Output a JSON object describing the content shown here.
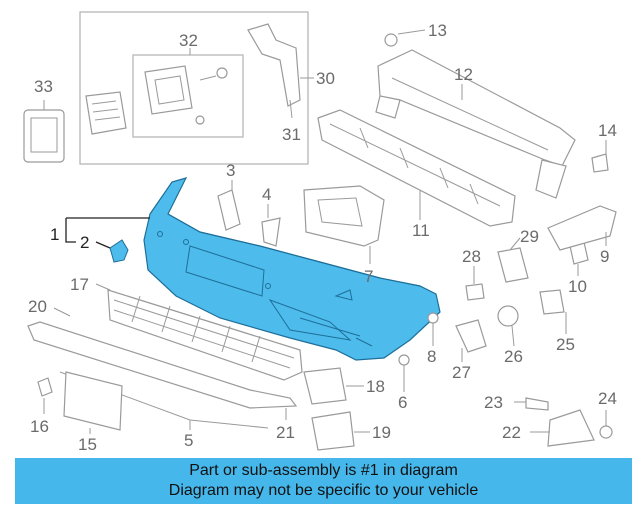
{
  "caption": {
    "line1": "Part or sub-assembly is #1 in diagram",
    "line2": "Diagram may not be specific to your vehicle"
  },
  "colors": {
    "highlight": "#4dbbeb",
    "caption_bg": "#45b7ea",
    "line": "#9a9a9a"
  },
  "callouts": {
    "c1": "1",
    "c2": "2",
    "c3": "3",
    "c4": "4",
    "c5": "5",
    "c6": "6",
    "c7": "7",
    "c8": "8",
    "c9": "9",
    "c10": "10",
    "c11": "11",
    "c12": "12",
    "c13": "13",
    "c14": "14",
    "c15": "15",
    "c16": "16",
    "c17": "17",
    "c18": "18",
    "c19": "19",
    "c20": "20",
    "c21": "21",
    "c22": "22",
    "c23": "23",
    "c24": "24",
    "c25": "25",
    "c26": "26",
    "c27": "27",
    "c28": "28",
    "c29": "29",
    "c30": "30",
    "c31": "31",
    "c32": "32",
    "c33": "33"
  }
}
